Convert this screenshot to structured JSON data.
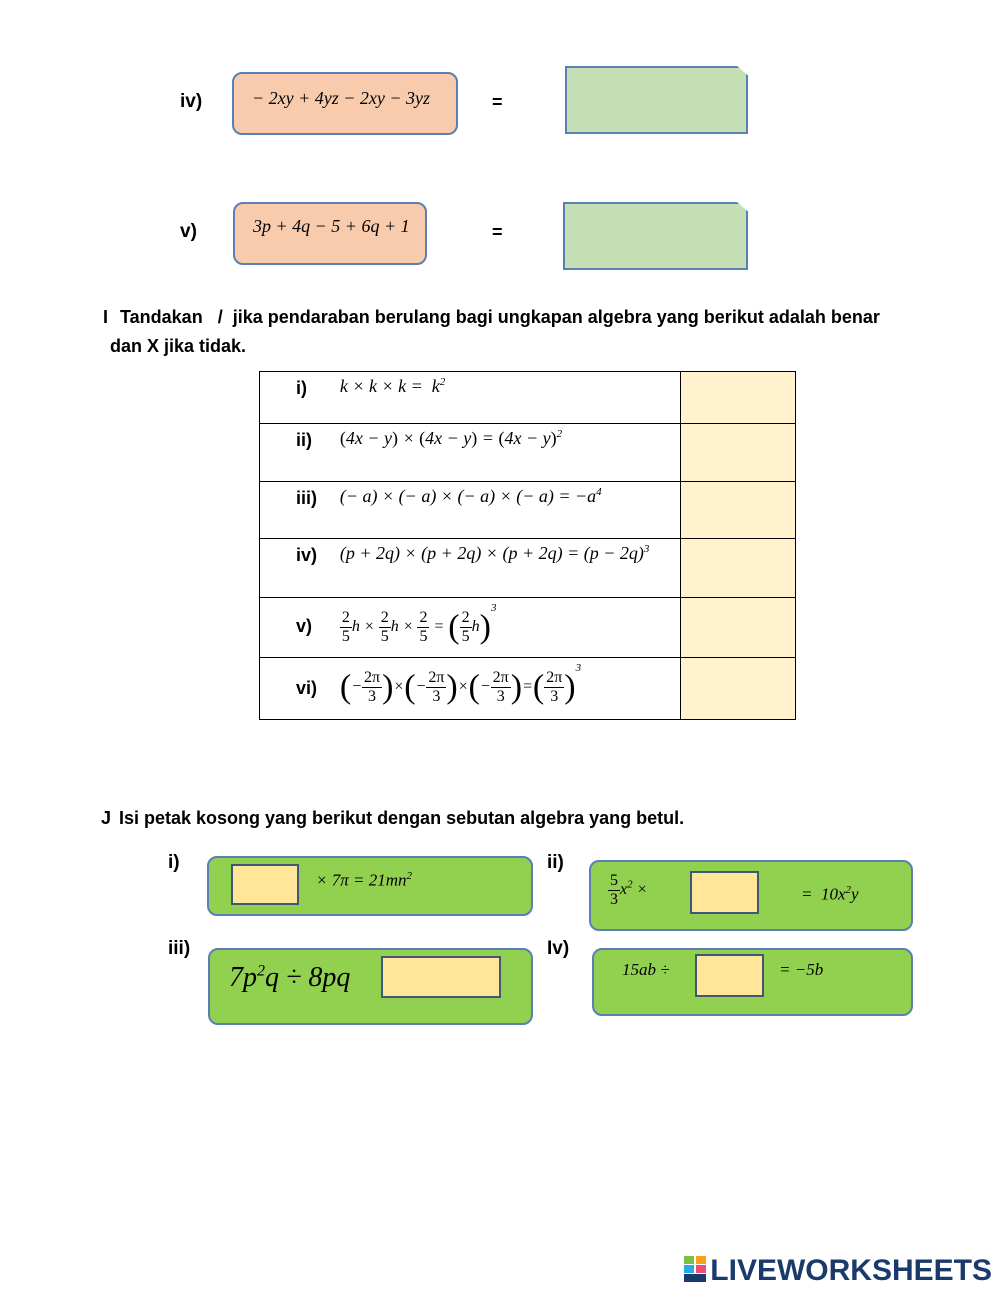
{
  "section_h_items": [
    {
      "label": "iv)",
      "expression": "− 2xy + 4yz − 2xy − 3yz",
      "equals": "="
    },
    {
      "label": "v)",
      "expression": "3p + 4q − 5 + 6q + 1",
      "equals": "="
    }
  ],
  "section_i": {
    "letter": "I",
    "instruction_line1": "Tandakan   /  jika pendaraban berulang bagi ungkapan algebra yang berikut adalah benar",
    "instruction_line2": "dan X  jika tidak.",
    "rows": [
      {
        "label": "i)"
      },
      {
        "label": "ii)"
      },
      {
        "label": "iii)"
      },
      {
        "label": "iv)"
      },
      {
        "label": "v)"
      },
      {
        "label": "vi)"
      }
    ]
  },
  "section_j": {
    "letter": "J",
    "instruction": "Isi petak kosong yang berikut dengan sebutan algebra yang betul.",
    "items": [
      {
        "label": "i)"
      },
      {
        "label": "ii)"
      },
      {
        "label": "iii)"
      },
      {
        "label": "Iv)"
      }
    ]
  },
  "footer": {
    "logo_text": "LIVEWORKSHEETS"
  },
  "colors": {
    "orange": "#f8cbad",
    "light_green": "#c5e0b4",
    "green": "#92d050",
    "yellow": "#ffe699",
    "cream": "#fff2cc",
    "border_blue": "#5b7fb5"
  }
}
